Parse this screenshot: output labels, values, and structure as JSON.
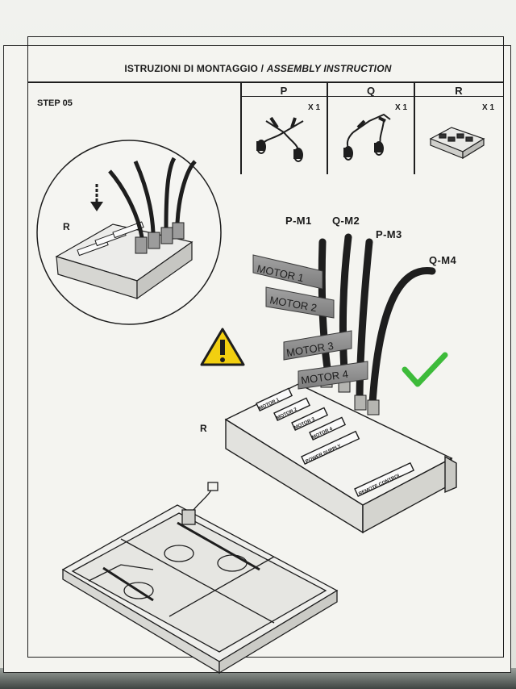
{
  "header": {
    "title_it": "ISTRUZIONI DI MONTAGGIO /",
    "title_en": "ASSEMBLY INSTRUCTION"
  },
  "step": {
    "label": "STEP 05"
  },
  "parts": [
    {
      "id": "P",
      "qty": "X 1",
      "icon": "cable-with-connectors-icon"
    },
    {
      "id": "Q",
      "qty": "X 1",
      "icon": "cable-with-connectors-icon"
    },
    {
      "id": "R",
      "qty": "X 1",
      "icon": "control-box-icon"
    }
  ],
  "detail": {
    "part_label": "R"
  },
  "main": {
    "box_label": "R",
    "cable_labels": [
      "P-M1",
      "Q-M2",
      "P-M3",
      "Q-M4"
    ],
    "tags": [
      "MOTOR 1",
      "MOTOR 2",
      "MOTOR 3",
      "MOTOR 4"
    ],
    "box_slot_labels": [
      "MOTOR 1",
      "MOTOR 2",
      "MOTOR 3",
      "MOTOR 4",
      "POWER SUPPLY",
      "REMOTE CONTROL"
    ],
    "warning_icon": "warning-triangle-icon",
    "check_icon": "checkmark-icon"
  },
  "colors": {
    "check": "#3dbb3a",
    "warning": "#f2cf10",
    "tag": "#8f8f8f",
    "line": "#1e1e1e"
  }
}
